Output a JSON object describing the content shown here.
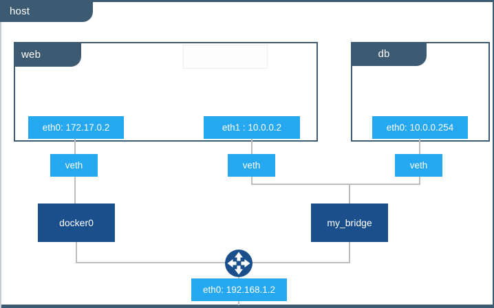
{
  "diagram": {
    "title": "docker-host-networking-diagram",
    "host": {
      "label": "host"
    },
    "containers": [
      {
        "id": "web",
        "label": "web",
        "interfaces": [
          {
            "label": "eth0: 172.17.0.2"
          },
          {
            "label": "eth1 : 10.0.0.2"
          }
        ]
      },
      {
        "id": "db",
        "label": "db",
        "interfaces": [
          {
            "label": "eth0: 10.0.0.254"
          }
        ]
      }
    ],
    "veths": [
      {
        "label": "veth"
      },
      {
        "label": "veth"
      },
      {
        "label": "veth"
      }
    ],
    "bridges": [
      {
        "label": "docker0"
      },
      {
        "label": "my_bridge"
      }
    ],
    "host_interface": {
      "label": "eth0: 192.168.1.2"
    },
    "icons": {
      "router": "four-way-arrows-router-icon"
    },
    "colors": {
      "slate": "#3d5a73",
      "bright_blue": "#25a8f0",
      "navy": "#1b4f8c",
      "connector_gray": "#bdbdbd"
    }
  }
}
